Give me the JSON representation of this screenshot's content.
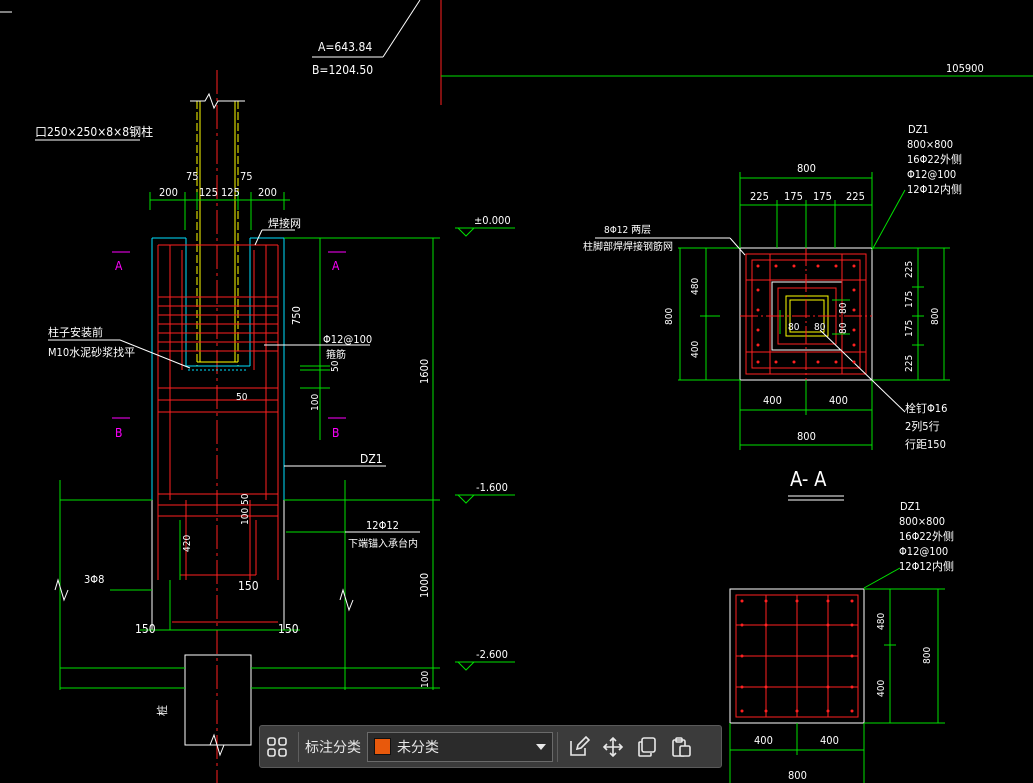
{
  "toolbar": {
    "label": "标注分类",
    "selected_category": "未分类",
    "category_color": "#e8590c",
    "icons": [
      "grid-icon",
      "edit-icon",
      "move-icon",
      "copy-icon",
      "paste-icon"
    ]
  },
  "drawing": {
    "colors": {
      "background": "#000000",
      "line": "#00e000",
      "text": "#ffffff",
      "dim": "#ffffff",
      "rebar": "#ff2020",
      "steel": "#ffff00",
      "section_mark": "#ff00ff",
      "outline": "#00ffff"
    },
    "top_labels": {
      "a_value": "A=643.84",
      "b_value": "B=1204.50",
      "ref_value": "105900"
    },
    "elevation": {
      "column_spec": "口250×250×8×8钢柱",
      "weld_label": "焊接网",
      "section_a_left": "A",
      "section_a_right": "A",
      "section_b_left": "B",
      "section_b_right": "B",
      "dims_top": [
        "200",
        "125",
        "125",
        "200"
      ],
      "dims_upper": [
        "75",
        "75"
      ],
      "grout_line1": "柱子安装前",
      "grout_line2": "M10水泥砂浆找平",
      "stirrup_spec": "Φ12@100",
      "stirrup_note": "箍筋",
      "dim_750": "750",
      "dim_50a": "50",
      "dim_50b": "50",
      "dim_100": "100",
      "dim_1600": "1600",
      "dim_1000": "1000",
      "dim_100b": "100",
      "pier_label": "DZ1",
      "elev_000": "±0.000",
      "elev_1600": "-1.600",
      "elev_2600": "-2.600",
      "bars_12": "12Φ12",
      "bars_12_note": "下端锚入承台内",
      "dim_100_50": "100  50",
      "dim_420": "420",
      "dim_150a": "150",
      "dim_150b": "150",
      "dim_150c": "150",
      "tie_bars": "3Φ8",
      "pile_label": "桩"
    },
    "section_aa": {
      "title": "A- A",
      "pier_label": "DZ1",
      "spec1": "800×800",
      "spec2": "16Φ22外侧",
      "spec3": "Φ12@100",
      "spec4": "12Φ12内侧",
      "dim_total_top": "800",
      "dims_top": [
        "225",
        "175",
        "175",
        "225"
      ],
      "anchor_label1": "8Φ12  两层",
      "anchor_label2": "柱脚部焊焊接钢筋网",
      "dims_left": [
        "480",
        "400"
      ],
      "dim_left_total": "800",
      "dims_right": [
        "225",
        "175",
        "175",
        "225"
      ],
      "dim_right_total": "800",
      "inner_dims": [
        "80",
        "80",
        "80",
        "80"
      ],
      "stud_label1": "栓钉Φ16",
      "stud_label2": "2列5行",
      "stud_label3": "行距150",
      "dims_bottom": [
        "400",
        "400"
      ],
      "dim_bottom_total": "800"
    },
    "section_lower": {
      "pier_label": "DZ1",
      "spec1": "800×800",
      "spec2": "16Φ22外侧",
      "spec3": "Φ12@100",
      "spec4": "12Φ12内侧",
      "dims_right": [
        "480",
        "400"
      ],
      "dim_right_total": "800",
      "dims_bottom": [
        "400",
        "400"
      ],
      "dim_bottom_total": "800"
    }
  }
}
